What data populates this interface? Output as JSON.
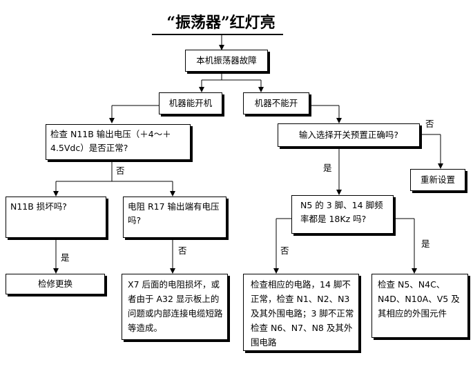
{
  "title": "“振荡器”红灯亮",
  "nodes": {
    "fault": "本机振荡器故障",
    "can_power_on": "机器能开机",
    "cannot_power_on": "机器不能开",
    "check_n11b": "检查 N11B 输出电压（＋4～＋4.5Vdc）是否正常?",
    "input_select": "输入选择开关预置正确吗?",
    "reset": "重新设置",
    "n11b_broken": "N11B 损坏吗?",
    "r17_voltage": "电阻 R17 输出端有电压吗?",
    "n5_freq": "N5 的 3 脚、14 脚频率都是 18Kz 吗?",
    "repair": "检修更换",
    "x7_resistor": "X7 后面的电阻损坏，或者由于 A32 显示板上的问题或内部连接电缆短路等造成。",
    "check_circuits": "检查相应的电路，14 脚不正常，检查 N1、N2、N3 及其外围电路；3 脚不正常检查 N6、N7、N8 及其外围电路",
    "check_n5": "检查 N5、N4C、N4D、N10A、V5 及其相应的外围元件"
  },
  "edge_labels": {
    "no_1": "否",
    "no_2": "否",
    "no_3": "否",
    "no_4": "否",
    "yes_1": "是",
    "yes_2": "是",
    "yes_3": "是"
  }
}
